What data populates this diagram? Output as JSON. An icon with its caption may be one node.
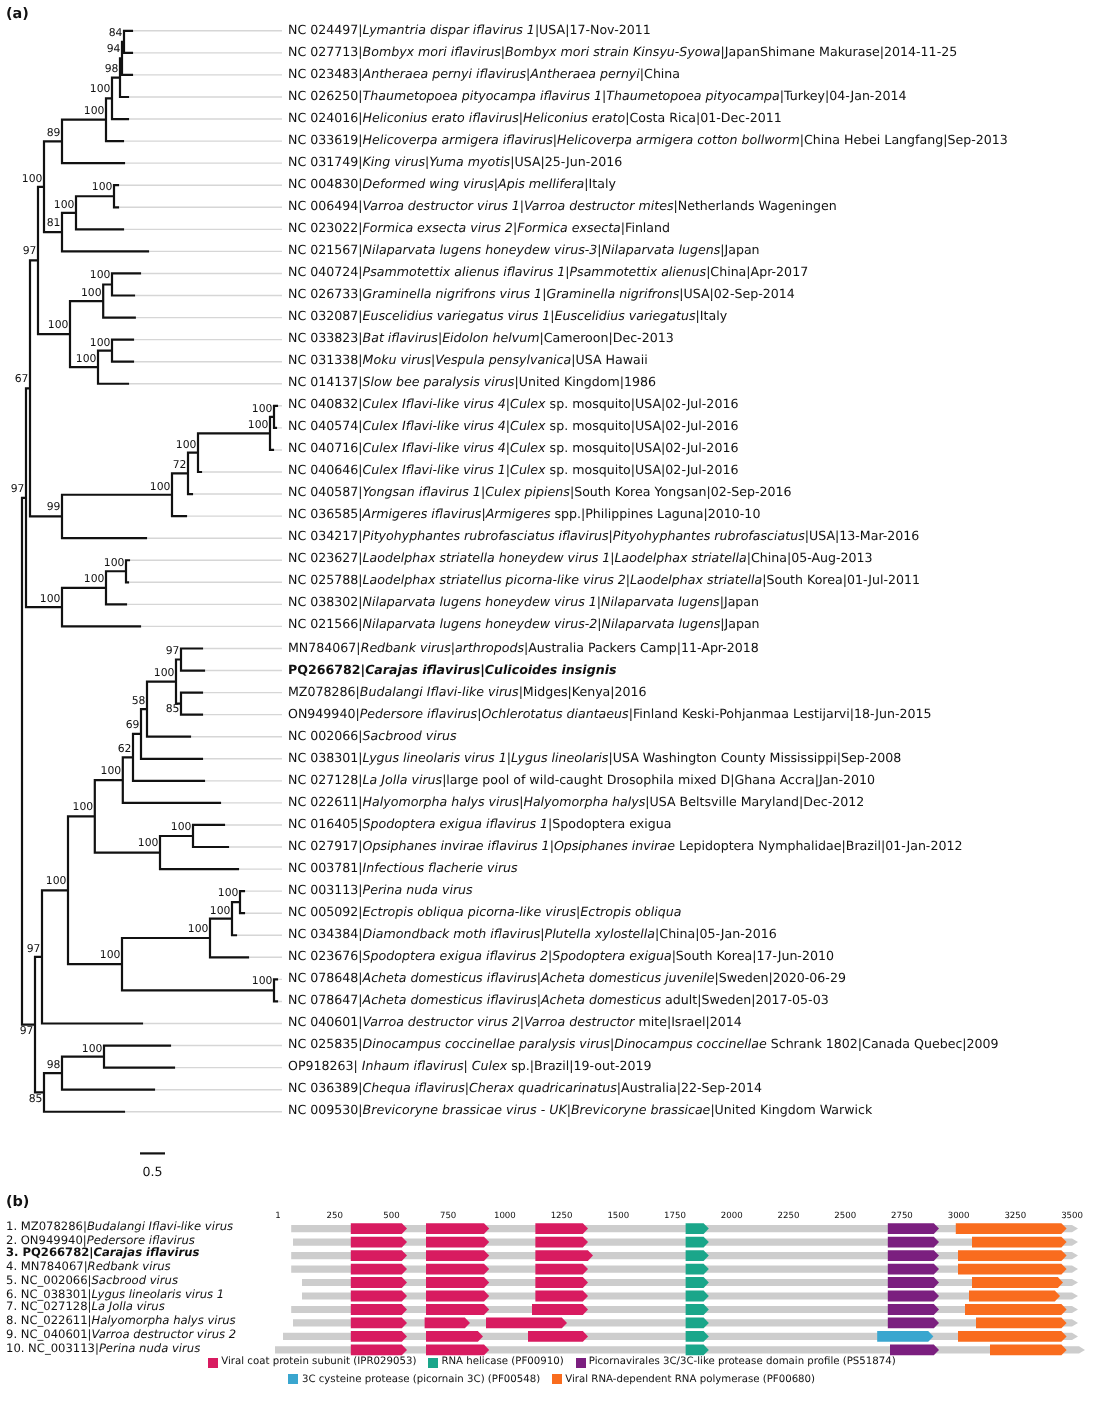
{
  "diagram": {
    "labels": [
      "(a)",
      "NC 024497|*Lymantria dispar iflavirus 1*|USA|17-Nov-2011",
      "NC 027713|*Bombyx mori iflavirus*|*Bombyx mori strain Kinsyu-Syowa*|JapanShimane Makurase|2014-11-25",
      "NC 023483|*Antheraea pernyi iflavirus*|*Antheraea pernyi*|China",
      "NC 026250|*Thaumetopoea pityocampa iflavirus 1*|*Thaumetopoea pityocampa*|Turkey|04-Jan-2014",
      "NC 024016|*Heliconius erato iflavirus*|*Heliconius erato*|Costa Rica|01-Dec-2011",
      "NC 033619|*Helicoverpa armigera iflavirus*|*Helicoverpa armigera cotton bollworm*|China Hebei Langfang|Sep-2013",
      "NC 031749|*King virus*|*Yuma myotis*|USA|25-Jun-2016",
      "NC 004830|*Deformed wing virus*|*Apis mellifera*|Italy",
      "NC 006494|*Varroa destructor virus 1*|*Varroa destructor mites*|Netherlands Wageningen",
      "NC 023022|*Formica exsecta virus 2*|*Formica exsecta*|Finland",
      "NC 021567|*Nilaparvata lugens honeydew virus-3*|*Nilaparvata lugens*|Japan",
      "NC 040724|*Psammotettix alienus iflavirus 1*|*Psammotettix alienus*|China|Apr-2017",
      "NC 026733|*Graminella nigrifrons virus 1*|*Graminella nigrifrons*|USA|02-Sep-2014",
      "NC 032087|*Euscelidius variegatus virus 1*|*Euscelidius variegatus*|Italy",
      "NC 033823|*Bat iflavirus*|*Eidolon helvum*|Cameroon|Dec-2013",
      "NC 031338|*Moku virus*|*Vespula pensylvanica*|USA Hawaii",
      "NC 014137|*Slow bee paralysis virus*|United Kingdom|1986",
      "NC 040832|*Culex Iflavi-like virus 4*|*Culex* sp. mosquito|USA|02-Jul-2016",
      "NC 040574|*Culex Iflavi-like virus 4*|*Culex* sp. mosquito|USA|02-Jul-2016",
      "NC 040716|*Culex Iflavi-like virus 4*|*Culex* sp. mosquito|USA|02-Jul-2016",
      "NC 040646|*Culex Iflavi-like virus 1*|*Culex* sp. mosquito|USA|02-Jul-2016",
      "NC 040587|*Yongsan iflavirus 1*|*Culex pipiens*|South Korea Yongsan|02-Sep-2016",
      "NC 036585|*Armigeres iflavirus*|*Armigeres* spp.|Philippines Laguna|2010-10",
      "NC 034217|*Pityohyphantes rubrofasciatus iflavirus*|*Pityohyphantes rubrofasciatus*|USA|13-Mar-2016",
      "NC 023627|*Laodelphax striatella honeydew virus 1*|*Laodelphax striatella*|China|05-Aug-2013",
      "NC 025788|*Laodelphax striatellus picorna-like virus 2*|*Laodelphax striatella*|South Korea|01-Jul-2011",
      "NC 038302|*Nilaparvata lugens honeydew virus 1*|*Nilaparvata lugens*|Japan",
      "NC 021566|*Nilaparvata lugens honeydew virus-2*|*Nilaparvata lugens*|Japan",
      "MN784067|*Redbank virus*|*arthropods*|Australia Packers Camp|11-Apr-2018",
      "PQ266782|*Carajas iflavirus*|*Culicoides insignis*",
      "MZ078286|*Budalangi Iflavi-like virus*|Midges|Kenya|2016",
      "ON949940|*Pedersore iflavirus*|*Ochlerotatus diantaeus*|Finland Keski-Pohjanmaa Lestijarvi|18-Jun-2015",
      "NC 002066|*Sacbrood virus*",
      "NC 038301|*Lygus lineolaris virus 1*|*Lygus lineolaris*|USA Washington County Mississippi|Sep-2008",
      "NC 027128|*La Jolla virus*|large pool of wild-caught Drosophila mixed D|Ghana Accra|Jan-2010",
      "NC 022611|*Halyomorpha halys virus*|*Halyomorpha halys*|USA Beltsville Maryland|Dec-2012",
      "NC 016405|*Spodoptera exigua iflavirus 1*|Spodoptera exigua",
      "NC 027917|*Opsiphanes invirae iflavirus 1*|*Opsiphanes invirae* Lepidoptera Nymphalidae|Brazil|01-Jan-2012",
      "NC 003781|*Infectious flacherie virus*",
      "NC 003113|*Perina nuda virus*",
      "NC 005092|*Ectropis obliqua picorna-like virus*|*Ectropis obliqua*",
      "NC 034384|*Diamondback moth iflavirus*|*Plutella xylostella*|China|05-Jan-2016",
      "NC 023676|*Spodoptera exigua iflavirus 2*|*Spodoptera exigua*|South Korea|17-Jun-2010",
      "NC 078648|*Acheta domesticus iflavirus*|*Acheta domesticus juvenile*|Sweden|2020-06-29",
      "NC 078647|*Acheta domesticus iflavirus*|*Acheta domesticus* adult|Sweden|2017-05-03",
      "NC 040601|*Varroa destructor virus 2*|*Varroa destructor* mite|Israel|2014",
      "NC 025835|*Dinocampus coccinellae paralysis virus*|*Dinocampus coccinellae* Schrank 1802|Canada Quebec|2009",
      "OP918263| *Inhaum iflavirus*| *Culex* sp.|Brazil|19-out-2019",
      "NC 036389|*Chequa iflavirus*|*Cherax quadricarinatus*|Australia|22-Sep-2014",
      "NC 009530|*Brevicoryne brassicae virus - UK*|*Brevicoryne brassicae*|United Kingdom Warwick",
      "84",
      "94",
      "98",
      "100",
      "100",
      "89",
      "100",
      "100",
      "100",
      "81",
      "97",
      "100",
      "100",
      "100",
      "100",
      "100",
      "67",
      "100",
      "100",
      "100",
      "72",
      "97",
      "100",
      "99",
      "100",
      "100",
      "100",
      "97",
      "100",
      "58",
      "85",
      "69",
      "62",
      "100",
      "100",
      "100",
      "100",
      "100",
      "100",
      "100",
      "100",
      "97",
      "100",
      "100",
      "97",
      "100",
      "98",
      "85",
      "0.5",
      "(b)",
      "1",
      "250",
      "500",
      "750",
      "1000",
      "1250",
      "1500",
      "1750",
      "2000",
      "2250",
      "2500",
      "2750",
      "3000",
      "3250",
      "3500",
      "1. MZ078286|*Budalangi Iflavi-like virus*",
      "2. ON949940|*Pedersore iflavirus*",
      "3. PQ266782|*Carajas iflavirus*",
      "4. MN784067|*Redbank virus*",
      "5. NC_002066|*Sacbrood virus*",
      "6. NC_038301|*Lygus lineolaris virus 1*",
      "7. NC_027128|*La Jolla virus*",
      "8. NC_022611|*Halyomorpha halys virus*",
      "9. NC_040601|*Varroa destructor virus 2*",
      "10. NC_003113|*Perina nuda virus*"
    ],
    "legend": [
      {
        "text": "Viral coat protein subunit (IPR029053)",
        "color": "#d81b60"
      },
      {
        "text": "RNA helicase (PF00910)",
        "color": "#1aa68a"
      },
      {
        "text": "Picornavirales 3C/3C-like protease domain profile (PS51874)",
        "color": "#7b1f7f"
      },
      {
        "text": "3C cysteine protease (picornain 3C) (PF00548)",
        "color": "#3aa6cf"
      },
      {
        "text": "Viral RNA-dependent RNA polymerase (PF00680)",
        "color": "#f96c1e"
      }
    ]
  }
}
